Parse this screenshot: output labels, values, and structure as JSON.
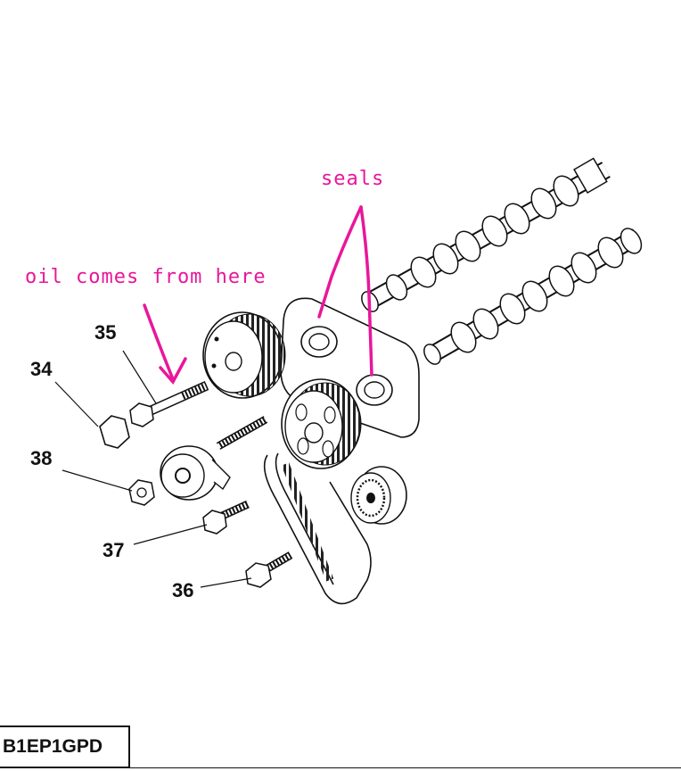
{
  "annotations": {
    "seals": "seals",
    "oil_note": "oil comes from here"
  },
  "part_numbers": {
    "p34": "34",
    "p35": "35",
    "p36": "36",
    "p37": "37",
    "p38": "38"
  },
  "reference_code": "B1EP1GPD",
  "colors": {
    "annotation": "#e8179a",
    "line_art": "#111111"
  }
}
